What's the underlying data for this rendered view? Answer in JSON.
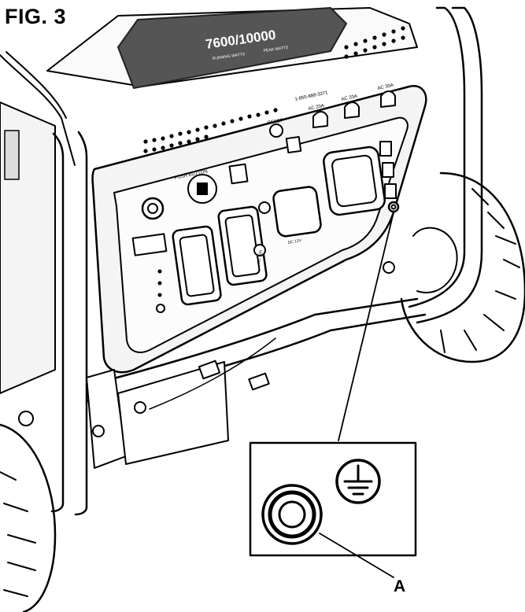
{
  "figure": {
    "label": "FIG. 3"
  },
  "callout": {
    "label": "A"
  },
  "model_badge": {
    "main": "7600/10000",
    "left_sub": "RUNNING WATTS",
    "right_sub": "PEAK WATTS"
  },
  "panel": {
    "phone": "1-855-888-3371",
    "reset_label": "RESET",
    "receptacle_labels": [
      "AC 20A",
      "AC 20A",
      "AC 30A"
    ],
    "push_button_label": "PUSH BUTTON",
    "dc_label": "DC 12V",
    "ac_label": "AC 20A"
  },
  "inset": {
    "ground_symbol": "ground-symbol",
    "terminal": "ground-terminal-nut"
  },
  "colors": {
    "line": "#000000",
    "panel": "#f4f4f4",
    "badge": "#555555"
  }
}
